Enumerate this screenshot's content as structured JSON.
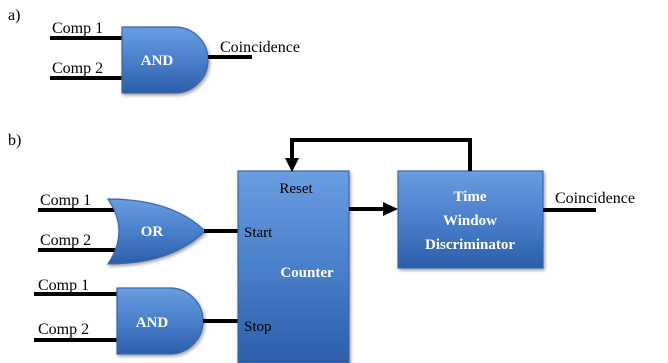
{
  "panel_a": {
    "label": "a)",
    "inputs": [
      "Comp 1",
      "Comp 2"
    ],
    "gate": "AND",
    "output": "Coincidence"
  },
  "panel_b": {
    "label": "b)",
    "or_inputs": [
      "Comp 1",
      "Comp 2"
    ],
    "or_gate": "OR",
    "and_inputs": [
      "Comp 1",
      "Comp 2"
    ],
    "and_gate": "AND",
    "counter": {
      "reset": "Reset",
      "start": "Start",
      "name": "Counter",
      "stop": "Stop"
    },
    "discriminator": [
      "Time",
      "Window",
      "Discriminator"
    ],
    "output": "Coincidence"
  },
  "colors": {
    "fill_top": "#5b8fd6",
    "fill_bottom": "#2f62ad",
    "wire": "#000000"
  }
}
